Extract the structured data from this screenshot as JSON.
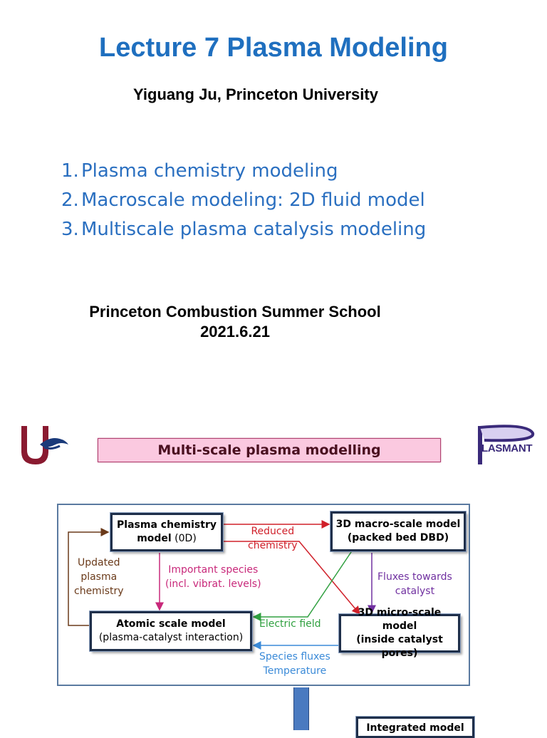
{
  "title": "Lecture 7 Plasma Modeling",
  "author": "Yiguang Ju, Princeton University",
  "outline": [
    {
      "num": "1.",
      "text": "Plasma chemistry modeling"
    },
    {
      "num": "2.",
      "text": "Macroscale modeling: 2D fluid model"
    },
    {
      "num": "3.",
      "text": "Multiscale plasma catalysis modeling"
    }
  ],
  "event": {
    "name": "Princeton Combustion Summer School",
    "date": "2021.6.21"
  },
  "figure": {
    "banner": "Multi-scale plasma modelling",
    "logo_right_text": "LASMANT",
    "nodes": {
      "plasma_chem": {
        "line1": "Plasma chemistry",
        "line2_bold": "model",
        "line2_rest": " (0D)"
      },
      "macro": {
        "line1": "3D macro-scale model",
        "line2": "(packed bed DBD)"
      },
      "atomic": {
        "line1": "Atomic scale model",
        "line2": "(plasma-catalyst interaction)"
      },
      "micro": {
        "line1": "3D micro-scale model",
        "line2": "(inside catalyst pores)"
      }
    },
    "labels": {
      "reduced": [
        "Reduced",
        "chemistry"
      ],
      "updated": [
        "Updated",
        "plasma",
        "chemistry"
      ],
      "important": [
        "Important species",
        "(incl. vibrat. levels)"
      ],
      "fluxes": [
        "Fluxes towards",
        "catalyst"
      ],
      "electric": "Electric field",
      "species": [
        "Species fluxes",
        "Temperature"
      ]
    },
    "integrated": "Integrated model",
    "colors": {
      "red": "#d0202a",
      "brown": "#6a3a1a",
      "magenta": "#c8287a",
      "purple": "#7030a0",
      "green": "#30a040",
      "blue": "#3a8ad8"
    }
  }
}
